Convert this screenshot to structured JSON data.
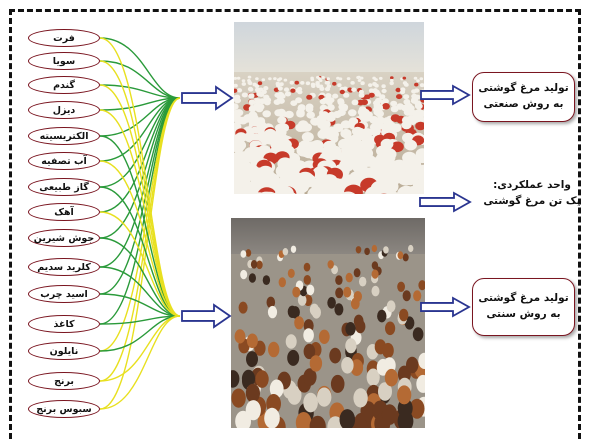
{
  "inputs": [
    "فرت",
    "سویا",
    "گندم",
    "دیزل",
    "الکتریسیته",
    "آب تصفیه",
    "گاز طبیعی",
    "آهک",
    "جوش شیرین",
    "کلرید سدیم",
    "اسید چرب",
    "کاغذ",
    "نایلون",
    "برنج",
    "سبوس برنج"
  ],
  "outputs": {
    "industrial": {
      "line1": "تولید مرغ گوشتی",
      "line2": "به روش صنعتی"
    },
    "traditional": {
      "line1": "تولید مرغ گوشتی",
      "line2": "به روش سنتی"
    }
  },
  "functional_unit": {
    "line1": "واحد عملکردی:",
    "line2": "یک تن مرغ گوشتی"
  },
  "colors": {
    "oval_border": "#7a1520",
    "green_lines": "#2a9a3a",
    "yellow_lines": "#e8e020",
    "arrow_outline": "#2a3590",
    "frame": "#111111"
  },
  "icons": {
    "photo_industrial": "broiler-house-photo",
    "photo_traditional": "free-range-chickens-photo"
  }
}
